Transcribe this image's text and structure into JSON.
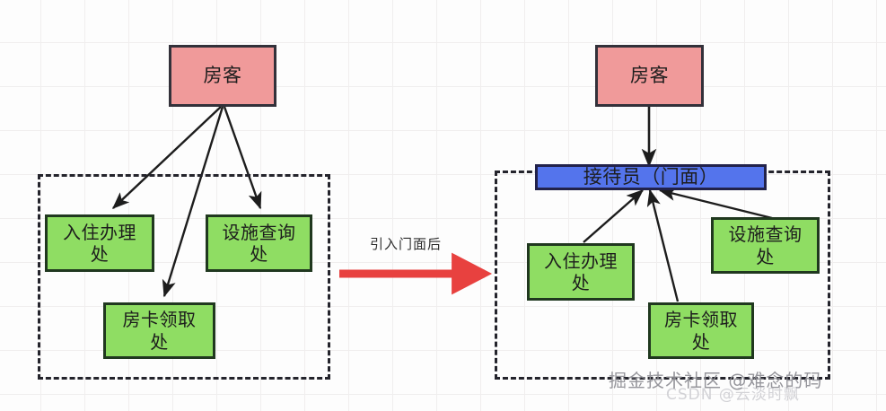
{
  "diagram": {
    "title": "facade-pattern-hotel-illustration",
    "transition_label": "引入门面后",
    "left": {
      "actor": "房客",
      "group_name": "subsystems",
      "services": [
        {
          "label": "入住办理\n处",
          "name": "check-in-desk"
        },
        {
          "label": "设施查询\n处",
          "name": "facility-inquiry-desk"
        },
        {
          "label": "房卡领取\n处",
          "name": "room-card-desk"
        }
      ]
    },
    "right": {
      "actor": "房客",
      "facade": "接待员（门面）",
      "group_name": "subsystems",
      "services": [
        {
          "label": "入住办理\n处",
          "name": "check-in-desk"
        },
        {
          "label": "设施查询\n处",
          "name": "facility-inquiry-desk"
        },
        {
          "label": "房卡领取\n处",
          "name": "room-card-desk"
        }
      ]
    },
    "watermark_primary": "掘金技术社区 @难念的码",
    "watermark_secondary": "CSDN @云淡时飘"
  },
  "colors": {
    "actor_fill": "#f09a9a",
    "service_fill": "#8fdd63",
    "facade_fill": "#5474ec",
    "arrow_stroke": "#1d1d1d",
    "transition_arrow": "#e8413f",
    "group_border": "#24242c",
    "grid": "#f0eeee"
  }
}
